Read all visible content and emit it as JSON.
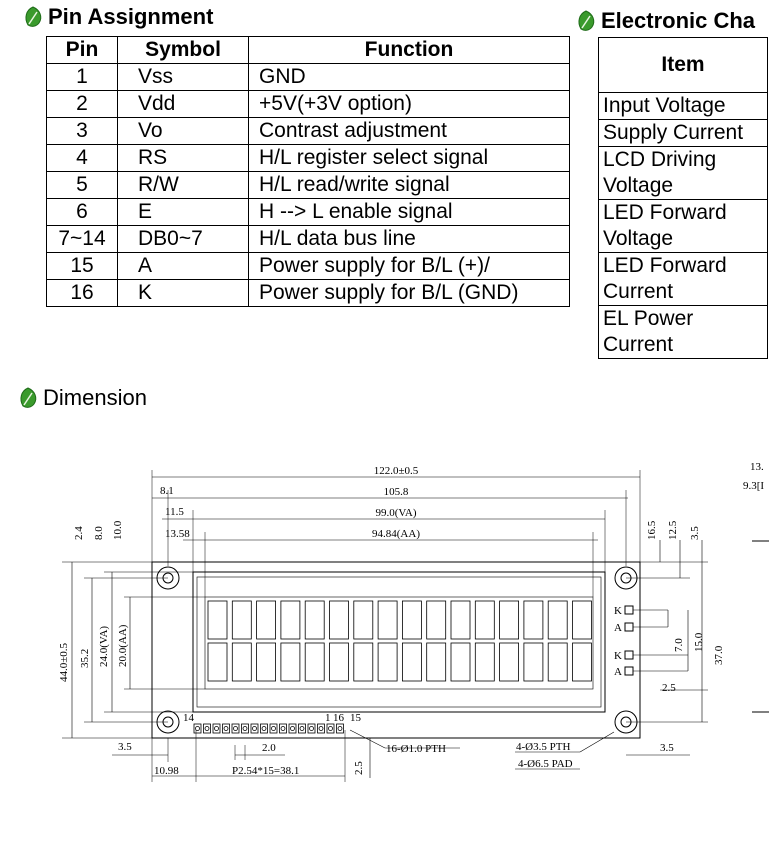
{
  "pin_section": {
    "title": "Pin Assignment",
    "headers": [
      "Pin",
      "Symbol",
      "Function"
    ],
    "rows": [
      [
        "1",
        "Vss",
        "GND"
      ],
      [
        "2",
        "Vdd",
        "+5V(+3V option)"
      ],
      [
        "3",
        "Vo",
        "Contrast adjustment"
      ],
      [
        "4",
        "RS",
        "H/L register select signal"
      ],
      [
        "5",
        "R/W",
        "H/L read/write signal"
      ],
      [
        "6",
        "E",
        "H --> L enable signal"
      ],
      [
        "7~14",
        "DB0~7",
        "H/L data bus line"
      ],
      [
        "15",
        "A",
        "Power supply for B/L (+)/"
      ],
      [
        "16",
        "K",
        "Power supply for B/L (GND)"
      ]
    ]
  },
  "electronic_section": {
    "title": "Electronic Cha",
    "header": "Item",
    "items": [
      "Input Voltage",
      "Supply Current",
      "LCD Driving\nVoltage",
      "LED Forward\nVoltage",
      "LED Forward\nCurrent",
      "EL Power\nCurrent"
    ]
  },
  "dimension_section": {
    "title": "Dimension",
    "labels": {
      "overall_width": "122.0±0.5",
      "hole_span": "105.8",
      "va_width": "99.0(VA)",
      "aa_width": "94.84(AA)",
      "left_8_1": "8.1",
      "left_11_5": "11.5",
      "left_13_58": "13.58",
      "v_2_4": "2.4",
      "v_8_0": "8.0",
      "v_10_0": "10.0",
      "overall_height": "44.0±0.5",
      "h_35_2": "35.2",
      "va_height": "24.0(VA)",
      "aa_height": "20.0(AA)",
      "r_16_5": "16.5",
      "r_12_5": "12.5",
      "r_3_5_top": "3.5",
      "r_7_0": "7.0",
      "r_15_0": "15.0",
      "r_37_0": "37.0",
      "r_2_5": "2.5",
      "pin_k1": "K",
      "pin_a1": "A",
      "pin_k2": "K",
      "pin_a2": "A",
      "pin_14": "14",
      "pin_1": "1",
      "pin_16": "16",
      "pin_15": "15",
      "b_3_5_left": "3.5",
      "b_2_0": "2.0",
      "b_10_98": "10.98",
      "b_pitch": "P2.54*15=38.1",
      "b_2_5": "2.5",
      "b_pth": "16-Ø1.0 PTH",
      "b_hole_pth": "4-Ø3.5 PTH",
      "b_hole_pad": "4-Ø6.5 PAD",
      "b_3_5_right": "3.5",
      "side_13": "13.",
      "side_9_3": "9.3[I"
    }
  },
  "colors": {
    "leaf": "#3a9a2c",
    "leaf_dark": "#1e6b18"
  }
}
